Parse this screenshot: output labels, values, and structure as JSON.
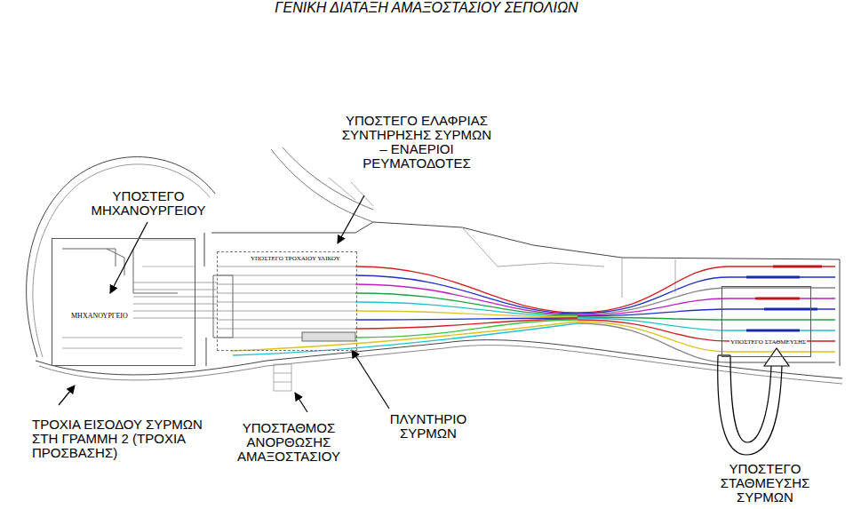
{
  "diagram": {
    "title": "ΓΕΝΙΚΗ ΔΙΑΤΑΞΗ ΑΜΑΞΟΣΤΑΣΙΟΥ ΣΕΠΟΛΙΩΝ",
    "nodes": [
      {
        "text": [
          "ΜΗΧΑΝΟΥΡΓΕΙΟ"
        ]
      },
      {
        "text": [
          "ΥΠΟΣΤΕΓΟ ΤΡΟΧΑΙΟΥ ΥΛΙΚΟΥ"
        ]
      },
      {
        "text": [
          "ΥΠΟΣΤΕΓΟ ΣΤΑΘΜΕΥΣΗΣ"
        ]
      }
    ],
    "labels": [
      "ΥΠΟΣΤΕΓΟ ΜΗΧΑΝΟΥΡΓΕΙΟΥ",
      "ΥΠΟΣΤΕΓΟ ΕΛΑΦΡΙΑΣ ΣΥΝΤΗΡΗΣΗΣ ΣΥΡΜΩΝ – ΕΝΑΕΡΙΟΙ ΡΕΥΜΑΤΟΔΟΤΕΣ",
      "ΤΡΟΧΙΑ ΕΙΣΟΔΟΥ ΣΥΡΜΩΝ ΣΤΗ ΓΡΑΜΜΗ 2 (ΤΡΟΧΙΑ ΠΡΟΣΒΑΣΗΣ)",
      "ΥΠΟΣΤΑΘΜΟΣ ΑΝΟΡΘΩΣΗΣ ΑΜΑΞΟΣΤΑΣΙΟΥ",
      "ΠΛΥΝΤΗΡΙΟ ΣΥΡΜΩΝ",
      "ΥΠΟΣΤΕΓΟ ΣΤΑΘΜΕΥΣΗΣ ΣΥΡΜΩΝ"
    ]
  }
}
